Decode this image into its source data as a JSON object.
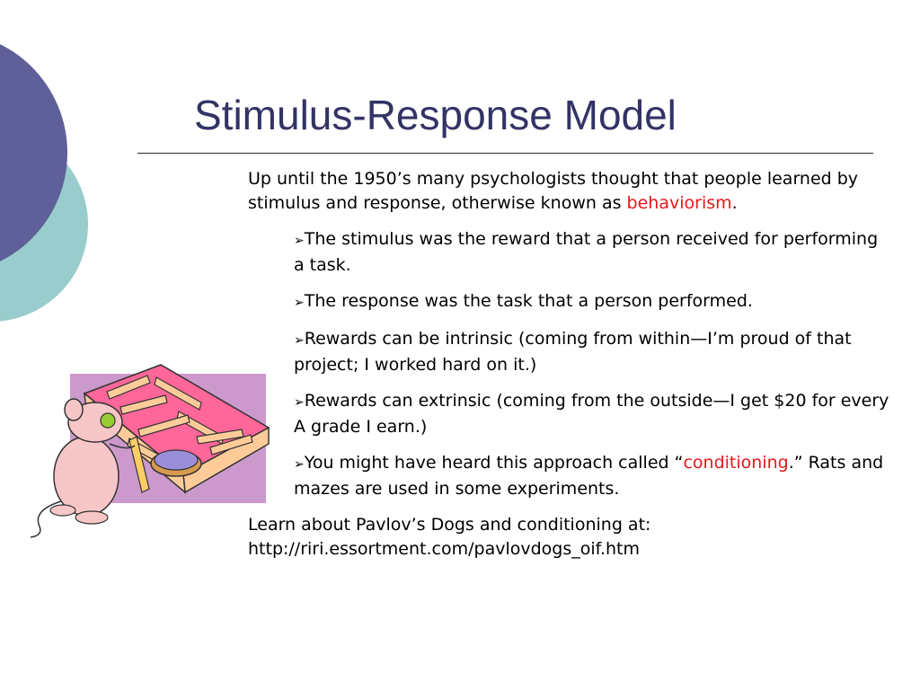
{
  "slide": {
    "title": "Stimulus-Response Model",
    "intro": {
      "before": "Up until the 1950’s many psychologists thought that people learned by stimulus and response, otherwise known as ",
      "highlight": "behaviorism",
      "after": "."
    },
    "bullet_glyph": "➢",
    "bullets": [
      {
        "text": "The stimulus was the reward that a person received for performing a task."
      },
      {
        "text": "The response was the task that a person performed."
      },
      {
        "text": "Rewards can be intrinsic (coming from within—I’m proud of that project; I worked hard on it.)"
      },
      {
        "text": "Rewards can extrinsic (coming from the outside—I get $20 for every A grade I earn.)"
      },
      {
        "before": "You might have heard this approach called “",
        "highlight": "conditioning",
        "after": ".”  Rats and mazes are used in some experiments."
      }
    ],
    "footer": {
      "line1": "Learn about Pavlov’s Dogs and conditioning at:",
      "line2": "http://riri.essortment.com/pavlovdogs_oif.htm"
    }
  },
  "colors": {
    "title": "#333366",
    "highlight": "#e8161a",
    "decor_dark": "#5f5f99",
    "decor_light": "#99cccc",
    "clipart_bg": "#cc99cc"
  },
  "clipart": {
    "icon": "rat-maze-icon"
  }
}
